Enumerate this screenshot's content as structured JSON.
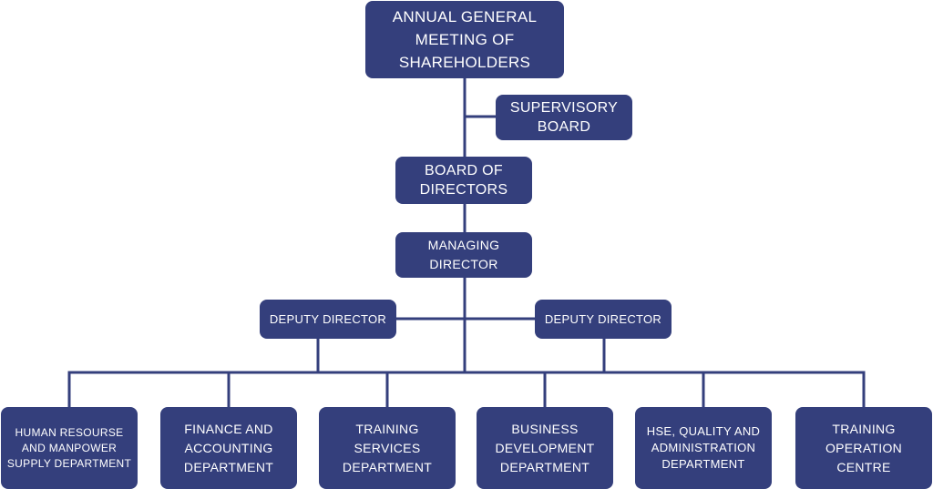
{
  "nodes": {
    "agm": "ANNUAL GENERAL MEETING OF SHAREHOLDERS",
    "supervisory_board": "SUPERVISORY BOARD",
    "board_of_directors": "BOARD OF DIRECTORS",
    "managing_director": "MANAGING DIRECTOR",
    "deputy_director_left": "DEPUTY DIRECTOR",
    "deputy_director_right": "DEPUTY DIRECTOR",
    "hr_department": "HUMAN RESOURSE AND MANPOWER SUPPLY DEPARTMENT",
    "finance_department": "FINANCE AND ACCOUNTING DEPARTMENT",
    "training_services": "TRAINING SERVICES DEPARTMENT",
    "business_development": "BUSINESS DEVELOPMENT DEPARTMENT",
    "hse_department": "HSE, QUALITY AND ADMINISTRATION DEPARTMENT",
    "training_operation": "TRAINING OPERATION CENTRE"
  },
  "colors": {
    "box_fill": "#343f7c",
    "connector": "#343f7c",
    "text": "#ffffff"
  }
}
